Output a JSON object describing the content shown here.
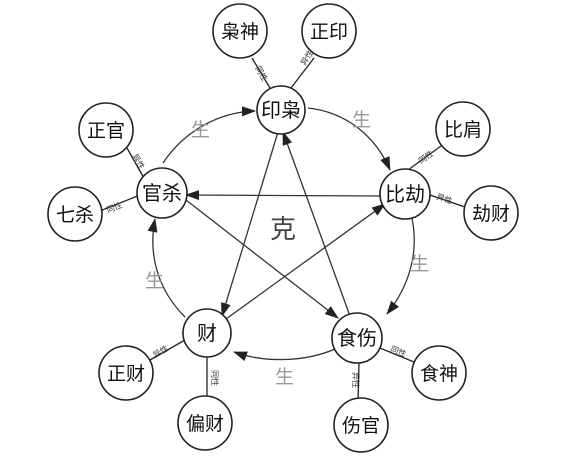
{
  "center_label": "克",
  "generate_label": "生",
  "main_nodes": {
    "yinxiao": "印枭",
    "bijie": "比劫",
    "shishang": "食伤",
    "cai": "财",
    "guansha": "官杀"
  },
  "leaf_nodes": {
    "xiaoshen": "枭神",
    "zhengyin": "正印",
    "bijian": "比肩",
    "jiecai": "劫财",
    "shishen": "食神",
    "shangguan": "伤官",
    "zhengcai": "正财",
    "piancai": "偏财",
    "zhengguan": "正官",
    "qisha": "七杀"
  },
  "polarity": {
    "same": "同性",
    "different": "异性"
  },
  "colors": {
    "line": "#333333",
    "sheng_text": "#999999",
    "node_stroke": "#222222"
  }
}
